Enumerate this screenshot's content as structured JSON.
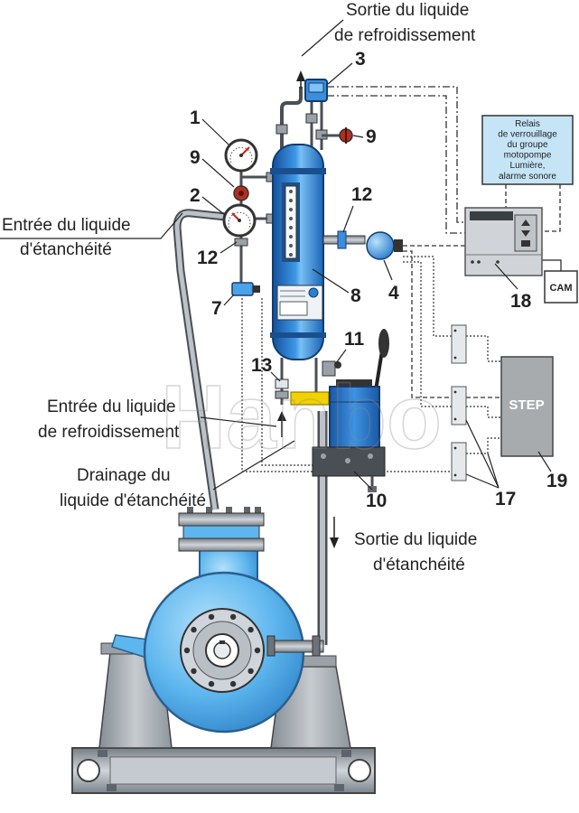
{
  "labels": {
    "cooling_out": [
      "Sortie du liquide",
      "de refroidissement"
    ],
    "seal_in": [
      "Entrée du liquide",
      "d'étanchéité"
    ],
    "cooling_in": [
      "Entrée du liquide",
      "de refroidissement"
    ],
    "seal_drain": [
      "Drainage du",
      "liquide d'étanchéité"
    ],
    "seal_out": [
      "Sortie du liquide",
      "d'étanchéité"
    ]
  },
  "callouts": {
    "gauge_top": "1",
    "gauge_bottom": "2",
    "sensor_top": "3",
    "sensor_side": "4",
    "filter_unit": "7",
    "vessel": "8",
    "valve_left": "9",
    "valve_right": "9",
    "pump_unit": "10",
    "valve_bottom": "11",
    "fitting_left": "12",
    "fitting_right": "12",
    "drain_fitting": "13",
    "modules": "17",
    "control_unit": "18",
    "step_unit": "19"
  },
  "relay_box": {
    "lines": [
      "Relais",
      "de verrouillage",
      "du groupe",
      "motopompe",
      "Lumière,",
      "alarme sonore"
    ]
  },
  "cam_box": {
    "label": "CAM"
  },
  "step_box": {
    "label": "STEP"
  },
  "watermark": "Hanbo",
  "colors": {
    "vessel_blue": "#2a7fd4",
    "pump_blue": "#5db6ee",
    "valve_red": "#b03020",
    "steel_gray": "#a8b0b7",
    "relay_box_fill": "#c5e5f7",
    "marker_yellow": "#f2d100",
    "step_box_fill": "#a8abae"
  }
}
